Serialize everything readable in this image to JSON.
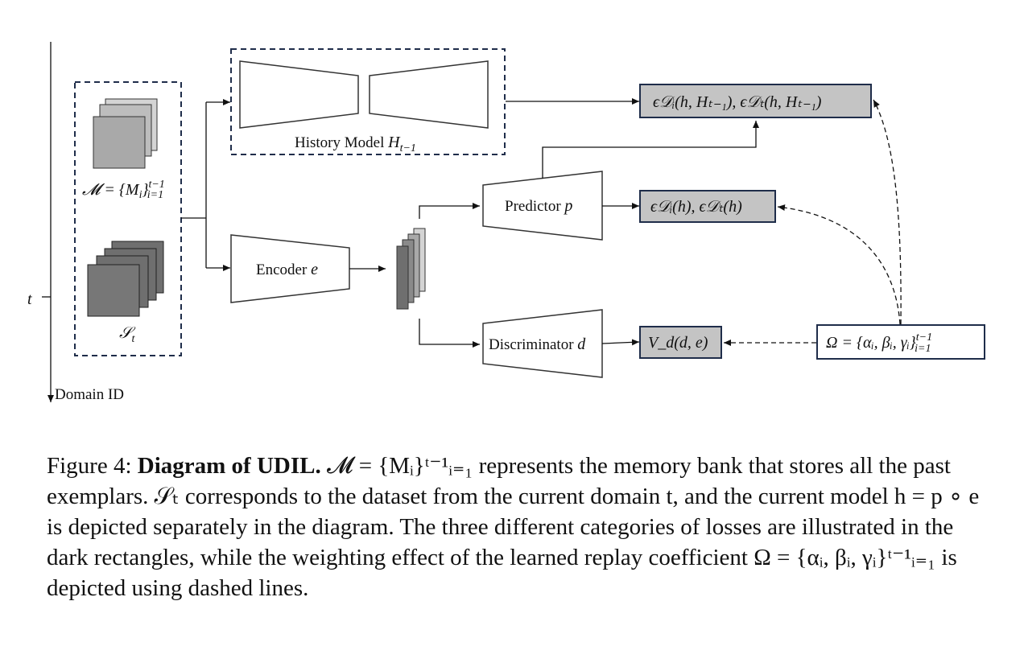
{
  "diagram": {
    "axis": {
      "t_label": "t",
      "domain_label": "Domain ID"
    },
    "memory_label": {
      "main": "𝓜 = {M",
      "i": "i",
      "close": "}",
      "sup": "t−1",
      "sub": "i=1"
    },
    "current_label": {
      "main": "𝒮",
      "sub": "t"
    },
    "history": {
      "label": "History Model ",
      "H": "H",
      "sub": "t−1"
    },
    "encoder": {
      "label": "Encoder ",
      "var": "e"
    },
    "predictor": {
      "label": "Predictor ",
      "var": "p"
    },
    "discriminator": {
      "label": "Discriminator ",
      "var": "d"
    },
    "loss_history": "ϵ𝒟ᵢ(h, Hₜ₋₁), ϵ𝒟ₜ(h, Hₜ₋₁)",
    "loss_predictor": "ϵ𝒟ᵢ(h), ϵ𝒟ₜ(h)",
    "loss_disc": "V_d(d, e)",
    "omega": "Ω = {αᵢ, βᵢ, γᵢ}",
    "omega_sup": "t−1",
    "omega_sub": "i=1"
  },
  "caption": {
    "prefix": "Figure 4: ",
    "bold": "Diagram of UDIL.",
    "text": " 𝓜 = {Mᵢ}ᵗ⁻¹ᵢ₌₁ represents the memory bank that stores all the past exemplars. 𝒮ₜ corresponds to the dataset from the current domain t, and the current model h = p ∘ e is depicted separately in the diagram. The three different categories of losses are illustrated in the dark rectangles, while the weighting effect of the learned replay coefficient Ω = {αᵢ, βᵢ, γᵢ}ᵗ⁻¹ᵢ₌₁ is depicted using dashed lines."
  },
  "colors": {
    "navy": "#1f2d4a",
    "loss_fill": "#c4c4c4",
    "stack_light": "#d4d4d4",
    "stack_mid": "#a9a9a9",
    "stack_dark": "#6f6f6f"
  }
}
